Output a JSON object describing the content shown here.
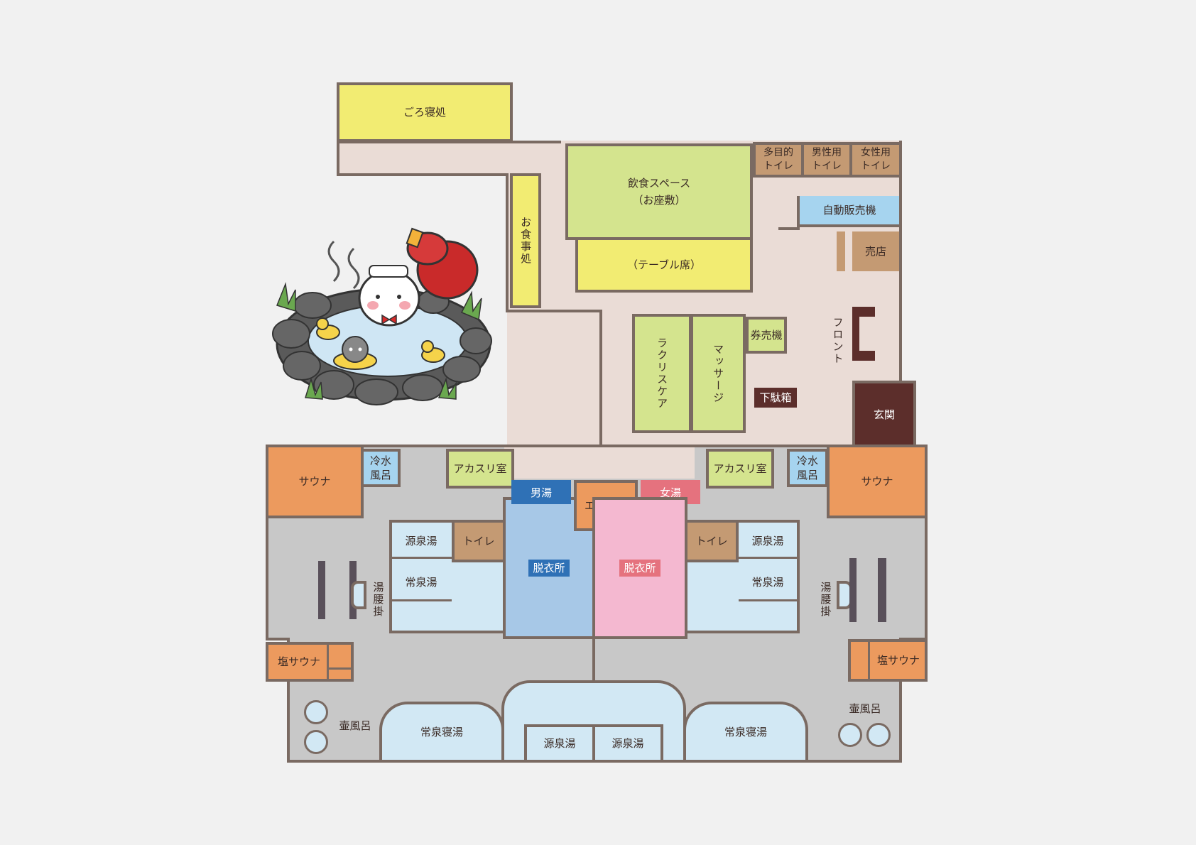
{
  "colors": {
    "background": "#f1f1f1",
    "corridor": "#eadcd6",
    "wall": "#7a6a62",
    "yellow": "#f2ec72",
    "green": "#d4e48e",
    "brown": "#c49a73",
    "darkbrown": "#5c2e2b",
    "blue": "#a6d4ef",
    "orange": "#ec9a5e",
    "gray": "#c8c8c8",
    "lightblue": "#d2e8f4",
    "mens": "#2f71b6",
    "womens": "#e5727e",
    "mens_room": "#a7c8e7",
    "womens_room": "#f4b8d0"
  },
  "rooms": {
    "goro": "ごろ寝処",
    "oshokuji": "お食事処",
    "inshoku_1": "飲食スペース",
    "inshoku_2": "（お座敷）",
    "table": "（テーブル席）",
    "toilet_multi_1": "多目的",
    "toilet_multi_2": "トイレ",
    "toilet_men_1": "男性用",
    "toilet_men_2": "トイレ",
    "toilet_women_1": "女性用",
    "toilet_women_2": "トイレ",
    "vending": "自動販売機",
    "shop": "売店",
    "front": "フロント",
    "entrance": "玄関",
    "raku": "ラクリスケア",
    "massage": "マッサージ",
    "ticket": "券売機",
    "shoebox": "下駄箱",
    "men_bath": "男湯",
    "women_bath": "女湯",
    "esthe": "エステ室",
    "men_dressing": "脱衣所",
    "women_dressing": "脱衣所"
  },
  "men_side": {
    "sauna": "サウナ",
    "cold_1": "冷水",
    "cold_2": "風呂",
    "akasuri": "アカスリ室",
    "toilet": "トイレ",
    "gensen": "源泉湯",
    "jousen": "常泉湯",
    "koshikake": "湯腰掛",
    "shio": "塩サウナ",
    "tsubo": "壷風呂",
    "nebo": "常泉寝湯",
    "gensen_bottom": "源泉湯"
  },
  "women_side": {
    "sauna": "サウナ",
    "cold_1": "冷水",
    "cold_2": "風呂",
    "akasuri": "アカスリ室",
    "toilet": "トイレ",
    "gensen": "源泉湯",
    "jousen": "常泉湯",
    "koshikake": "湯腰掛",
    "shio": "塩サウナ",
    "tsubo": "壷風呂",
    "nebo": "常泉寝湯",
    "gensen_bottom": "源泉湯"
  }
}
